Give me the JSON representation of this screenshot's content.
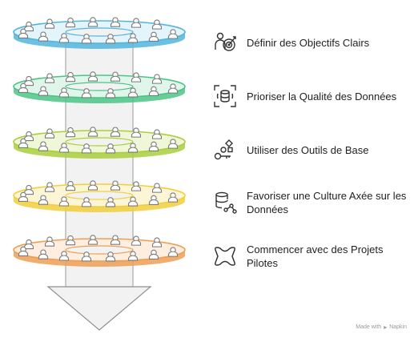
{
  "tiers": [
    {
      "label": "Définir des Objectifs Clairs",
      "icon": "target-person-icon",
      "color": "#52b6dd",
      "fill": "#e3f4fb"
    },
    {
      "label": "Prioriser la Qualité des Données",
      "icon": "database-scan-icon",
      "color": "#4cc487",
      "fill": "#e1f6eb"
    },
    {
      "label": "Utiliser des Outils de Base",
      "icon": "tools-key-icon",
      "color": "#a9cf3c",
      "fill": "#f0f7d9"
    },
    {
      "label": "Favoriser une Culture Axée sur les Données",
      "icon": "database-network-icon",
      "color": "#f1cf3c",
      "fill": "#fdf6d6"
    },
    {
      "label": "Commencer avec des Projets Pilotes",
      "icon": "pilot-badge-icon",
      "color": "#ee9f54",
      "fill": "#fdeee0"
    }
  ],
  "footer": {
    "text": "Made with",
    "brand": "Napkin"
  }
}
